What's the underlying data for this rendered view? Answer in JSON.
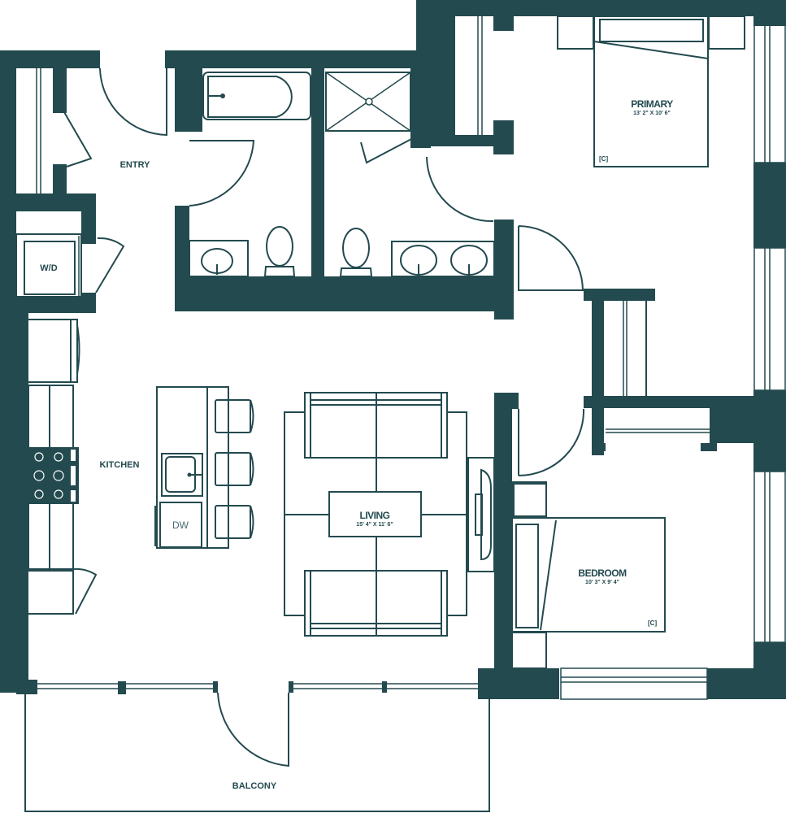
{
  "plan": {
    "wall_color": "#234a4f",
    "background": "#ffffff",
    "rooms": [
      {
        "id": "primary",
        "name": "PRIMARY",
        "dims": "13' 2\" X 10' 6\""
      },
      {
        "id": "living",
        "name": "LIVING",
        "dims": "15' 4\" X 11' 6\""
      },
      {
        "id": "bedroom",
        "name": "BEDROOM",
        "dims": "10' 3\" X 9' 4\""
      },
      {
        "id": "entry",
        "name": "ENTRY"
      },
      {
        "id": "kitchen",
        "name": "KITCHEN"
      },
      {
        "id": "balcony",
        "name": "BALCONY"
      }
    ],
    "fixtures": {
      "washer_dryer": "W/D",
      "dishwasher": "DW",
      "closet_tag_primary": "[C]",
      "closet_tag_bedroom": "[C]"
    }
  }
}
